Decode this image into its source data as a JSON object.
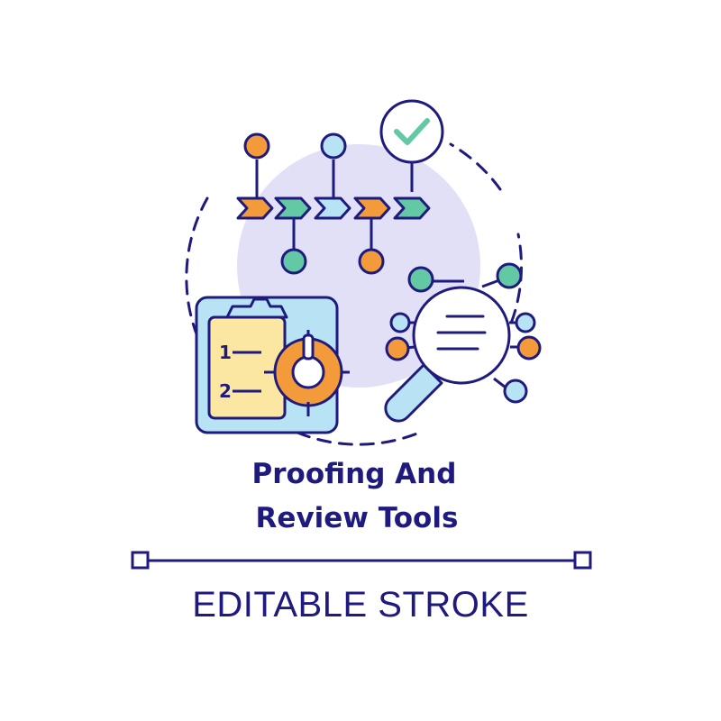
{
  "title": {
    "line1": "Proofing And",
    "line2": "Review Tools"
  },
  "caption": "EDITABLE STROKE",
  "checklist": {
    "item1": "1",
    "item2": "2"
  },
  "icons": [
    "check-badge-icon",
    "workflow-chevrons-icon",
    "clipboard-icon",
    "target-icon",
    "magnifier-icon",
    "node-network-icon"
  ],
  "colors": {
    "stroke": "#1f1b7e",
    "orange": "#f39a3a",
    "green": "#63c9a4",
    "light_blue": "#b8e3f5",
    "lavender": "#e2e0f7",
    "yellow": "#fbe7a1"
  }
}
